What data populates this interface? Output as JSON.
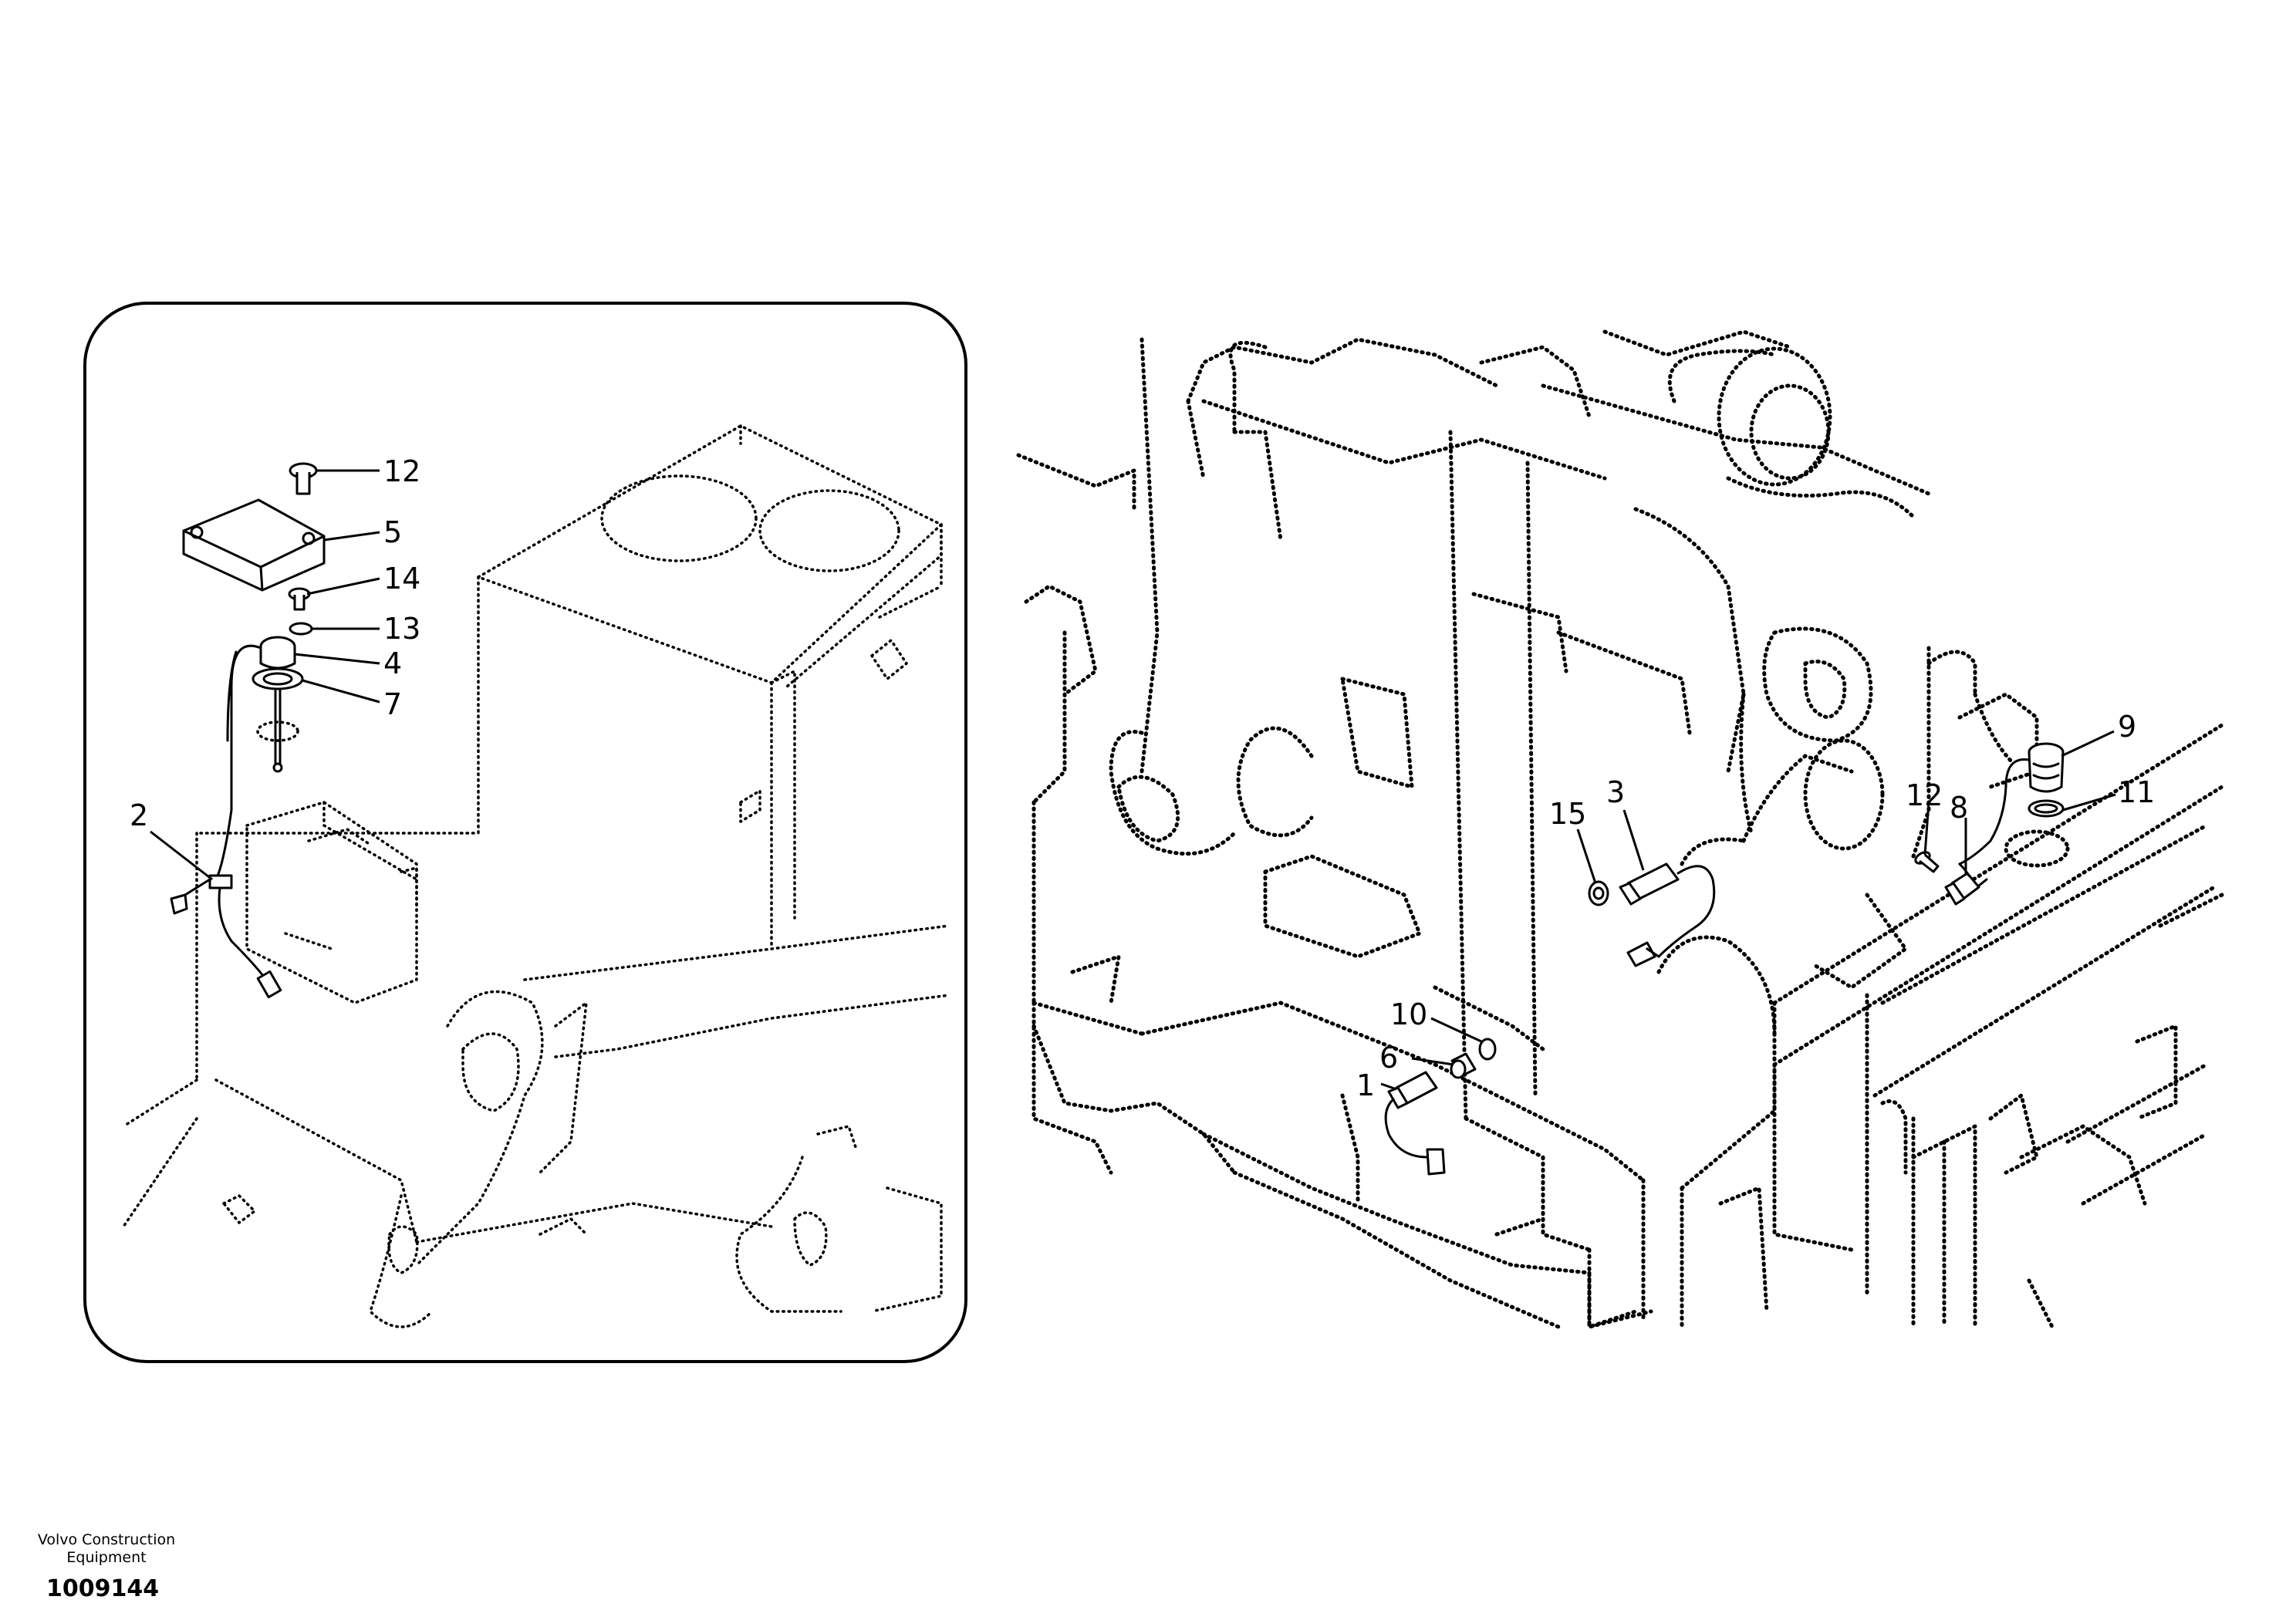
{
  "footer": {
    "manufacturer": "Volvo Construction\nEquipment",
    "drawing_number": "1009144"
  },
  "callouts": {
    "inset": {
      "c12": "12",
      "c5": "5",
      "c14": "14",
      "c13": "13",
      "c4": "4",
      "c7": "7",
      "c2": "2"
    },
    "main": {
      "c9": "9",
      "c11": "11",
      "c12": "12",
      "c8": "8",
      "c3": "3",
      "c15": "15",
      "c10": "10",
      "c6": "6",
      "c1": "1"
    }
  }
}
